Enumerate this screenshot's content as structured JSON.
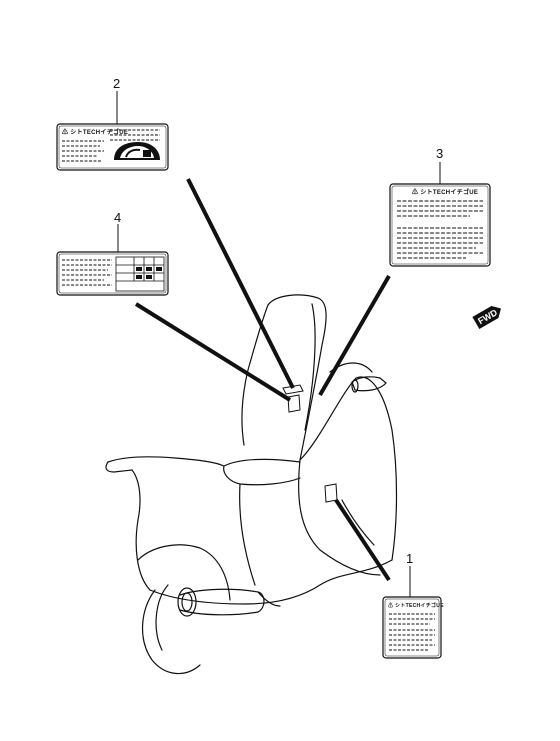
{
  "diagram": {
    "callouts": [
      {
        "id": "label-1",
        "number": "1",
        "title": "⚠ シトTECHイチゴUE"
      },
      {
        "id": "label-2",
        "number": "2",
        "title": "⚠ シトTECHイチゴUE"
      },
      {
        "id": "label-3",
        "number": "3",
        "title": "⚠ シトTECHイチゴUE"
      },
      {
        "id": "label-4",
        "number": "4",
        "title": ""
      }
    ],
    "fwd_badge": "FWD"
  }
}
